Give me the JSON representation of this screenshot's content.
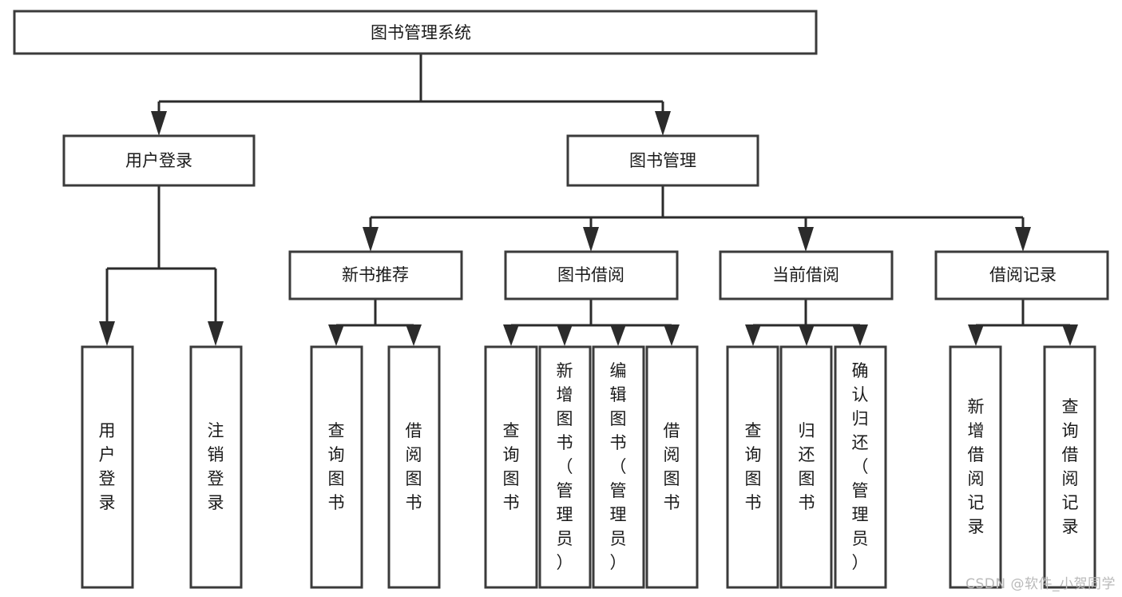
{
  "diagram": {
    "title": "图书管理系统",
    "type": "tree-hierarchy-chart",
    "colors": {
      "background": "#ffffff",
      "box_stroke": "#3b3b3b",
      "connector": "#2b2b2b",
      "text": "#1a1a1a",
      "watermark": "#b9b9b9"
    },
    "root": {
      "label": "图书管理系统",
      "orientation": "horizontal"
    },
    "level1": [
      {
        "label": "用户登录",
        "orientation": "horizontal"
      },
      {
        "label": "图书管理",
        "orientation": "horizontal"
      }
    ],
    "level2": [
      {
        "label": "新书推荐",
        "orientation": "horizontal"
      },
      {
        "label": "图书借阅",
        "orientation": "horizontal"
      },
      {
        "label": "当前借阅",
        "orientation": "horizontal"
      },
      {
        "label": "借阅记录",
        "orientation": "horizontal"
      }
    ],
    "leaves": {
      "user_login": [
        {
          "label": "用户登录",
          "orientation": "vertical"
        },
        {
          "label": "注销登录",
          "orientation": "vertical"
        }
      ],
      "new_book_recommend": [
        {
          "label": "查询图书",
          "orientation": "vertical"
        },
        {
          "label": "借阅图书",
          "orientation": "vertical"
        }
      ],
      "book_borrow": [
        {
          "label": "查询图书",
          "orientation": "vertical"
        },
        {
          "label": "新增图书（管理员）",
          "orientation": "vertical"
        },
        {
          "label": "编辑图书（管理员）",
          "orientation": "vertical"
        },
        {
          "label": "借阅图书",
          "orientation": "vertical"
        }
      ],
      "current_borrow": [
        {
          "label": "查询图书",
          "orientation": "vertical"
        },
        {
          "label": "归还图书",
          "orientation": "vertical"
        },
        {
          "label": "确认归还（管理员）",
          "orientation": "vertical"
        }
      ],
      "borrow_record": [
        {
          "label": "新增借阅记录",
          "orientation": "vertical"
        },
        {
          "label": "查询借阅记录",
          "orientation": "vertical"
        }
      ]
    }
  },
  "watermark": {
    "text": "CSDN @软件_小贺同学"
  }
}
